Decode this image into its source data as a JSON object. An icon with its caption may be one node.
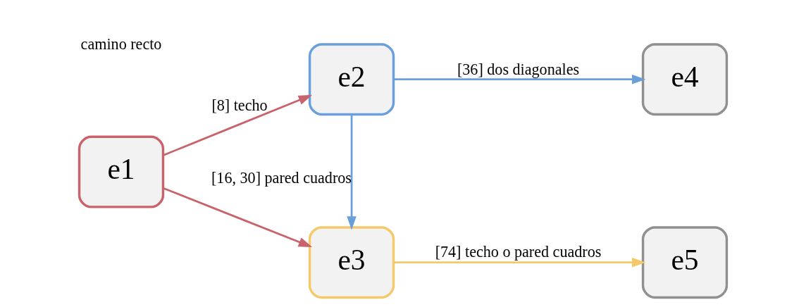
{
  "diagram": {
    "nodes": [
      {
        "text": [
          "e1"
        ]
      },
      {
        "text": [
          "e2"
        ]
      },
      {
        "text": [
          "e3"
        ]
      },
      {
        "text": [
          "e4"
        ]
      },
      {
        "text": [
          "e5"
        ]
      }
    ],
    "edges": [
      {
        "from": 0,
        "to": 1,
        "arrow": "to",
        "label": "[8] techo",
        "color": "#c9636b"
      },
      {
        "from": 0,
        "to": 2,
        "arrow": "to",
        "color": "#c9636b"
      },
      {
        "from": 1,
        "to": 3,
        "arrow": "to",
        "label": "[36] dos diagonales",
        "color": "#6a9fdc"
      },
      {
        "from": 1,
        "to": 2,
        "arrow": "to",
        "label": "[16, 30] pared cuadros",
        "color": "#6a9fdc"
      },
      {
        "from": 2,
        "to": 4,
        "arrow": "to",
        "label": "[74] techo o pared cuadros",
        "color": "#f5c96a"
      }
    ],
    "labels": [
      "camino recto"
    ]
  }
}
